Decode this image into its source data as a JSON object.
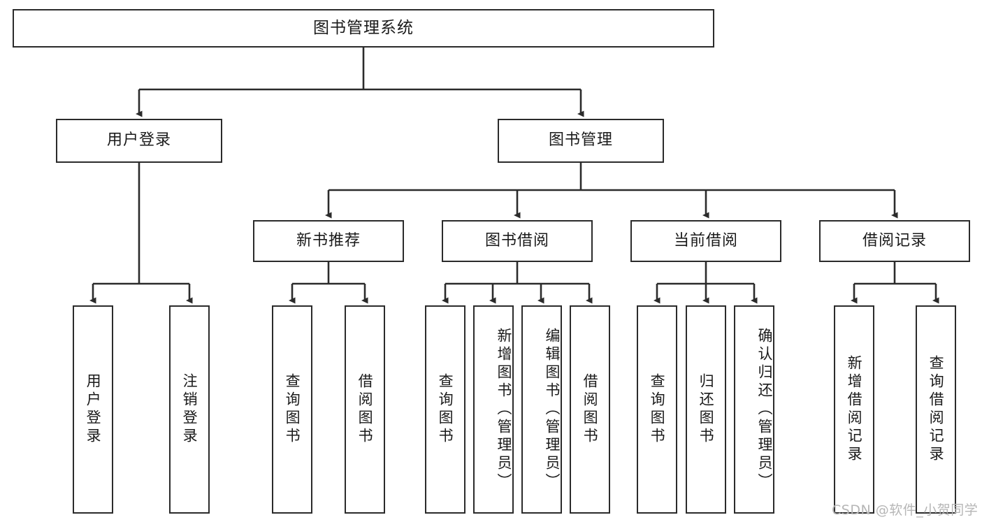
{
  "diagram": {
    "title": "图书管理系统",
    "type": "tree-hierarchy",
    "root": {
      "id": "root",
      "label": "图书管理系统"
    },
    "level2": [
      {
        "id": "user-login",
        "label": "用户登录"
      },
      {
        "id": "book-manage",
        "label": "图书管理"
      }
    ],
    "level3": [
      {
        "id": "new-book-recommend",
        "label": "新书推荐",
        "parent": "book-manage"
      },
      {
        "id": "book-borrow",
        "label": "图书借阅",
        "parent": "book-manage"
      },
      {
        "id": "current-borrow",
        "label": "当前借阅",
        "parent": "book-manage"
      },
      {
        "id": "borrow-record",
        "label": "借阅记录",
        "parent": "book-manage"
      }
    ],
    "leaves": [
      {
        "id": "leaf-user-login",
        "label": "用户登录",
        "parent": "user-login"
      },
      {
        "id": "leaf-logout-login",
        "label": "注销登录",
        "parent": "user-login"
      },
      {
        "id": "leaf-query-book-1",
        "label": "查询图书",
        "parent": "new-book-recommend"
      },
      {
        "id": "leaf-borrow-book-1",
        "label": "借阅图书",
        "parent": "new-book-recommend"
      },
      {
        "id": "leaf-query-book-2",
        "label": "查询图书",
        "parent": "book-borrow"
      },
      {
        "id": "leaf-add-book",
        "label": "新增图书（管理员）",
        "parent": "book-borrow"
      },
      {
        "id": "leaf-edit-book",
        "label": "编辑图书（管理员）",
        "parent": "book-borrow"
      },
      {
        "id": "leaf-borrow-book-2",
        "label": "借阅图书",
        "parent": "book-borrow"
      },
      {
        "id": "leaf-query-book-3",
        "label": "查询图书",
        "parent": "current-borrow"
      },
      {
        "id": "leaf-return-book",
        "label": "归还图书",
        "parent": "current-borrow"
      },
      {
        "id": "leaf-confirm-return",
        "label": "确认归还（管理员）",
        "parent": "current-borrow"
      },
      {
        "id": "leaf-add-record",
        "label": "新增借阅记录",
        "parent": "borrow-record"
      },
      {
        "id": "leaf-query-record",
        "label": "查询借阅记录",
        "parent": "borrow-record"
      }
    ],
    "style": {
      "line_color": "#2b2b2b",
      "box_border": "#2b2b2b",
      "box_fill": "#ffffff",
      "text_color": "#1a1a1a",
      "background": "#ffffff"
    }
  },
  "watermark": {
    "text": "CSDN @软件_小贺同学",
    "color": "#b6b6b6"
  }
}
